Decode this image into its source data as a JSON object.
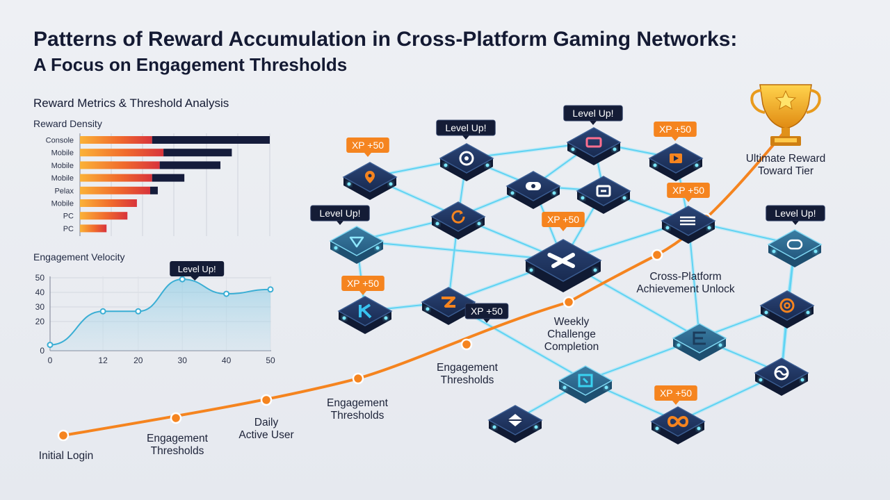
{
  "header": {
    "title": "Patterns of Reward Accumulation in Cross-Platform Gaming Networks:",
    "subtitle": "A Focus on Engagement Thresholds",
    "section_heading": "Reward Metrics & Threshold Analysis"
  },
  "chart_data": [
    {
      "type": "bar",
      "title": "Reward Density",
      "categories": [
        "Console",
        "Mobile",
        "Mobile",
        "Mobile",
        "Pelax",
        "Mobile",
        "PC",
        "PC"
      ],
      "series": [
        {
          "values": [
            38,
            44,
            42,
            38,
            37,
            30,
            25,
            14
          ]
        },
        {
          "values": [
            62,
            36,
            32,
            17,
            4,
            0,
            0,
            0
          ]
        }
      ],
      "xlim": [
        0,
        100
      ],
      "grid": true
    },
    {
      "type": "area",
      "title": "Engagement Velocity",
      "x": [
        0,
        12,
        20,
        30,
        40,
        50
      ],
      "y": [
        4,
        27,
        27,
        49,
        39,
        42
      ],
      "xlim": [
        0,
        50
      ],
      "ylim": [
        0,
        50
      ],
      "xticks": [
        "0",
        "12",
        "20",
        "30",
        "40",
        "50"
      ],
      "yticks": [
        "0",
        "20",
        "30",
        "40",
        "50"
      ],
      "annotation": "Level Up!",
      "grid": true
    }
  ],
  "journey": {
    "milestones": [
      "Initial Login",
      "Engagement Thresholds",
      "Daily Active User",
      "Engagement Thresholds",
      "Engagement Thresholds",
      "Weekly Challenge Completion",
      "Cross-Platform Achievement Unlock",
      "Ultimate Reward Toward Tier"
    ]
  },
  "network": {
    "badges": [
      "Level Up!",
      "Level Up!",
      "Level Up!",
      "XP +50",
      "XP +50",
      "XP +50",
      "XP +50",
      "XP +50",
      "XP +50",
      "XP +50",
      "Level Up!"
    ],
    "node_icons": [
      "location-pin-icon",
      "target-icon",
      "controller-icon",
      "screen-icon",
      "play-icon",
      "square-logo-icon",
      "refresh-icon",
      "crossed-swords-icon",
      "lines-icon",
      "shield-icon",
      "controller-round-icon",
      "letter-k-icon",
      "lightning-icon",
      "letter-e-icon",
      "at-sign-icon",
      "square-grid-icon",
      "wave-icon",
      "diamond-icon",
      "infinity-icon"
    ],
    "trophy_icon": "trophy-icon"
  },
  "colors": {
    "orange": "#f5841f",
    "navy": "#1b2a4d",
    "cyan": "#58d6f5",
    "bar_dark": "#151c3b",
    "area_line": "#3aaed4"
  }
}
